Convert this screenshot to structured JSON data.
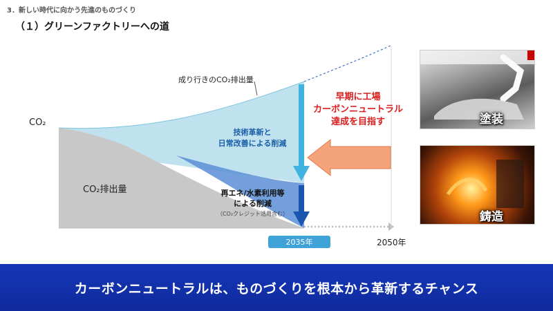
{
  "header": {
    "section": "3．新しい時代に向かう先進のものづくり",
    "subtitle": "（１）グリーンファクトリーへの道"
  },
  "chart_data": {
    "type": "area",
    "title": "",
    "labels": {
      "co2_axis": "CO₂",
      "co2_emissions": "CO₂排出量",
      "bau_label": "成り行きのCO₂排出量",
      "reduction_tech_line1": "技術革新と",
      "reduction_tech_line2": "日常改善による削減",
      "reduction_renew_line1": "再エネ/水素利用等",
      "reduction_renew_line2": "による削減",
      "reduction_renew_note": "（CO₂クレジット活用含む）"
    },
    "x_ticks": [
      "2035年",
      "2050年"
    ],
    "callout": {
      "line1": "早期に工場",
      "line2": "カーボンニュートラル",
      "line3": "達成を目指す"
    },
    "colors": {
      "emissions_area": "#c8c8c8",
      "tech_reduction": "#bfe2ee",
      "renew_reduction": "#5b8fd6",
      "arrow_light": "#3fb2e0",
      "arrow_dark": "#1a56b0",
      "callout_arrow": "#f4a37a",
      "callout_text": "#d81e1e",
      "year_badge": "#3fa3d8"
    }
  },
  "photos": [
    {
      "label": "塗装",
      "icon": "painting-robot-photo"
    },
    {
      "label": "鋳造",
      "icon": "casting-furnace-photo"
    }
  ],
  "banner": {
    "text": "カーボンニュートラルは、ものづくりを根本から革新するチャンス"
  }
}
